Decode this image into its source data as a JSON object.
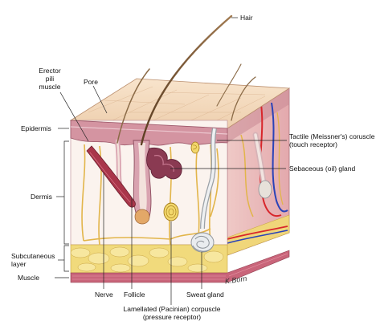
{
  "labels": {
    "hair": "Hair",
    "erector_line1": "Erector",
    "erector_line2": "pili",
    "erector_line3": "muscle",
    "pore": "Pore",
    "epidermis": "Epidermis",
    "tactile_line1": "Tactile (Meissner's) coruscle",
    "tactile_line2": "(touch receptor)",
    "sebaceous": "Sebaceous (oil) gland",
    "dermis": "Dermis",
    "subcutaneous_line1": "Subcutaneous",
    "subcutaneous_line2": "layer",
    "muscle": "Muscle",
    "nerve": "Nerve",
    "follicle": "Follicle",
    "sweat_gland": "Sweat gland",
    "lamellated_line1": "Lamellated (Pacinian) corpuscle",
    "lamellated_line2": "(pressure receptor)"
  },
  "signature": "K.Born",
  "colors": {
    "epidermis_top": "#f6ddc4",
    "epidermis_edge": "#b9788a",
    "dermis": "#fbf3ee",
    "dermis_side": "#efc5c3",
    "fat": "#f1da7c",
    "muscle": "#c9657a",
    "nerve": "#e2b54a",
    "hair": "#7a5a3a",
    "artery": "#d8262b",
    "vein": "#2a43b8"
  }
}
